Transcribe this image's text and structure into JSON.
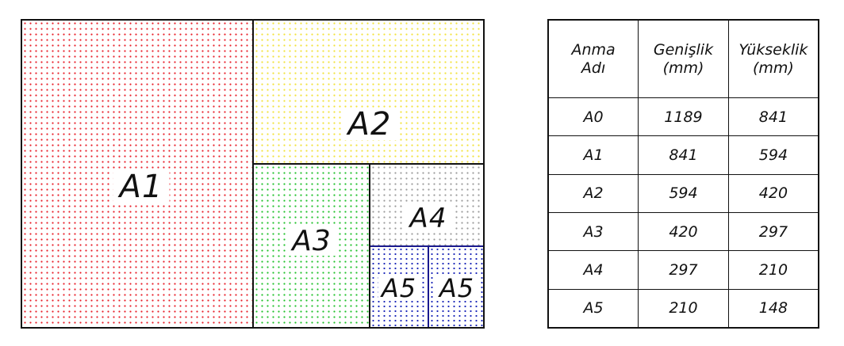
{
  "diagram": {
    "labels": {
      "a1": "A1",
      "a2": "A2",
      "a3": "A3",
      "a4": "A4",
      "a5_left": "A5",
      "a5_right": "A5"
    },
    "colors": {
      "a1": "#e8202a",
      "a2": "#f2e23a",
      "a3": "#1fc12a",
      "a4": "#9a9a9a",
      "a5": "#1a26b8"
    }
  },
  "table": {
    "headers": [
      [
        "Anma",
        "Adı"
      ],
      [
        "Genişlik",
        "(mm)"
      ],
      [
        "Yükseklik",
        "(mm)"
      ]
    ],
    "rows": [
      [
        "A0",
        "1189",
        "841"
      ],
      [
        "A1",
        "841",
        "594"
      ],
      [
        "A2",
        "594",
        "420"
      ],
      [
        "A3",
        "420",
        "297"
      ],
      [
        "A4",
        "297",
        "210"
      ],
      [
        "A5",
        "210",
        "148"
      ]
    ]
  }
}
